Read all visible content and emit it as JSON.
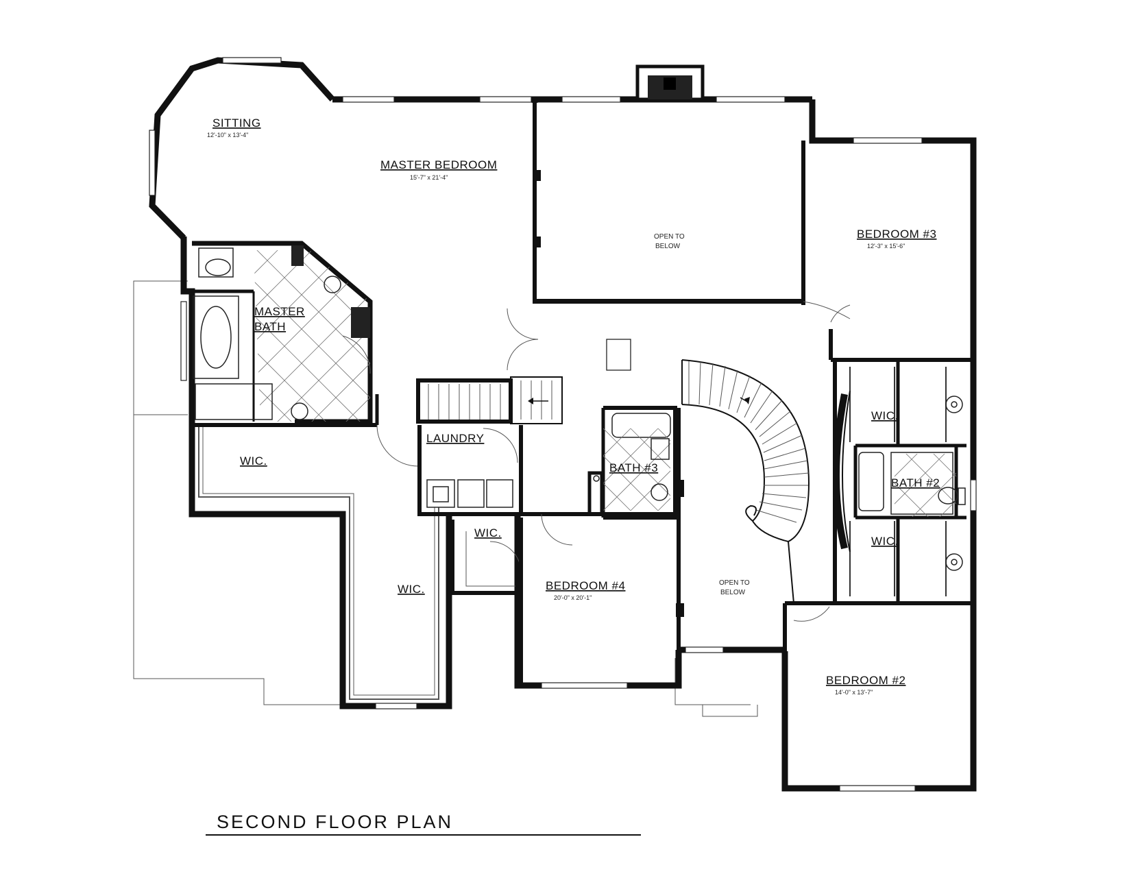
{
  "title": "SECOND FLOOR PLAN",
  "rooms": {
    "sitting": {
      "name": "SITTING",
      "dims": "12'-10\" x 13'-4\""
    },
    "master_bedroom": {
      "name": "MASTER BEDROOM",
      "dims": "15'-7\" x 21'-4\""
    },
    "open_upper": {
      "line1": "OPEN TO",
      "line2": "BELOW"
    },
    "bedroom3": {
      "name": "BEDROOM #3",
      "dims": "12'-3\" x 15'-6\""
    },
    "master_bath": {
      "line1": "MASTER",
      "line2": "BATH"
    },
    "wic_left": "WIC.",
    "wic_long": "WIC.",
    "wic_mid": "WIC.",
    "wic_b3": "WIC.",
    "wic_b2": "WIC.",
    "laundry": "LAUNDRY",
    "bath3": "BATH #3",
    "bath2": "BATH #2",
    "bedroom4": {
      "name": "BEDROOM #4",
      "dims": "20'-0\" x 20'-1\""
    },
    "open_lower": {
      "line1": "OPEN TO",
      "line2": "BELOW"
    },
    "bedroom2": {
      "name": "BEDROOM #2",
      "dims": "14'-0\" x 13'-7\""
    }
  }
}
